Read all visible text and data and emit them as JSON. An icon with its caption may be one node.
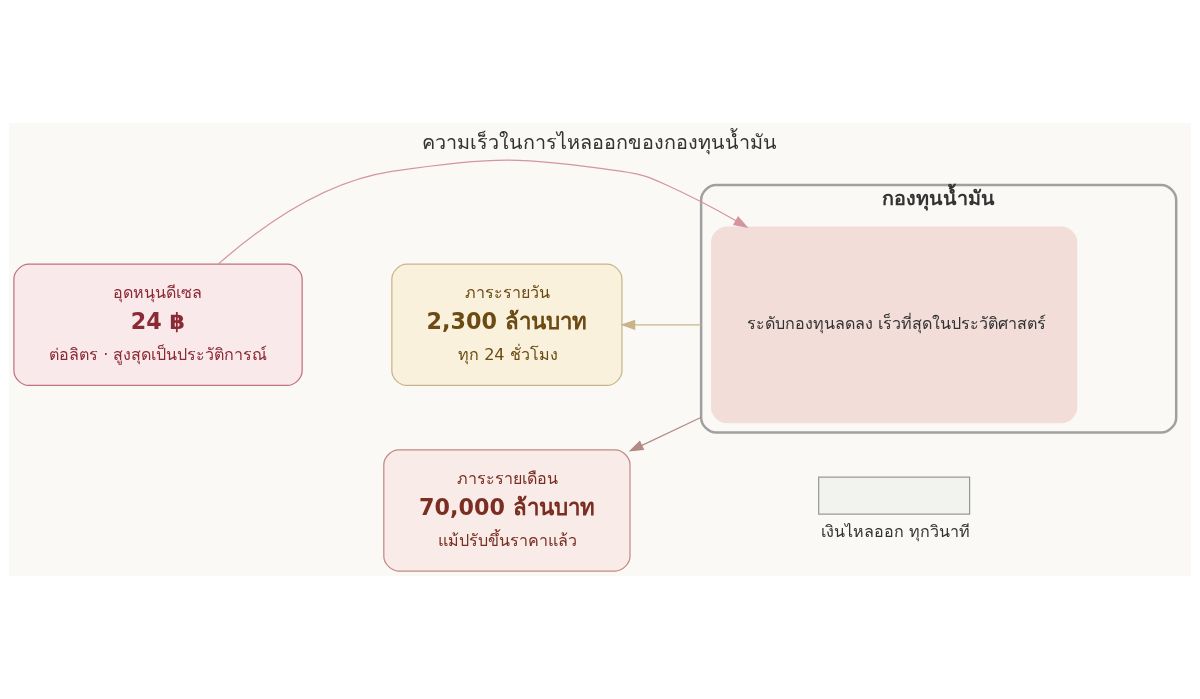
{
  "diagram": {
    "title": "ความเร็วในการไหลออกของกองทุนน้ำมัน",
    "nodes": [
      {
        "text": [
          "กองทุนน้ำมัน"
        ]
      },
      {
        "text": [
          "ระดับกองทุนลดลง เร็วที่สุดในประวัติศาสตร์"
        ],
        "in": 0
      },
      {
        "text": [
          "อุดหนุนดีเซล",
          "24 ฿",
          "ต่อลิตร · สูงสุดเป็นประวัติการณ์"
        ]
      },
      {
        "text": [
          "ภาระรายวัน",
          "2,300 ล้านบาท",
          "ทุก 24 ชั่วโมง"
        ]
      },
      {
        "text": [
          "ภาระรายเดือน",
          "70,000 ล้านบาท",
          "แม้ปรับขึ้นราคาแล้ว"
        ]
      },
      {
        "text": [],
        "shape": "box",
        "beside": [
          "เงินไหลออก ทุกวินาที"
        ]
      }
    ],
    "edges": [
      {
        "from": 2,
        "to": 1,
        "arrow": "to",
        "color": "#d494a0"
      },
      {
        "from": 0,
        "to": 3,
        "arrow": "to",
        "color": "#c9b48a"
      },
      {
        "from": 0,
        "to": 4,
        "arrow": "to",
        "color": "#b48a85"
      }
    ]
  }
}
